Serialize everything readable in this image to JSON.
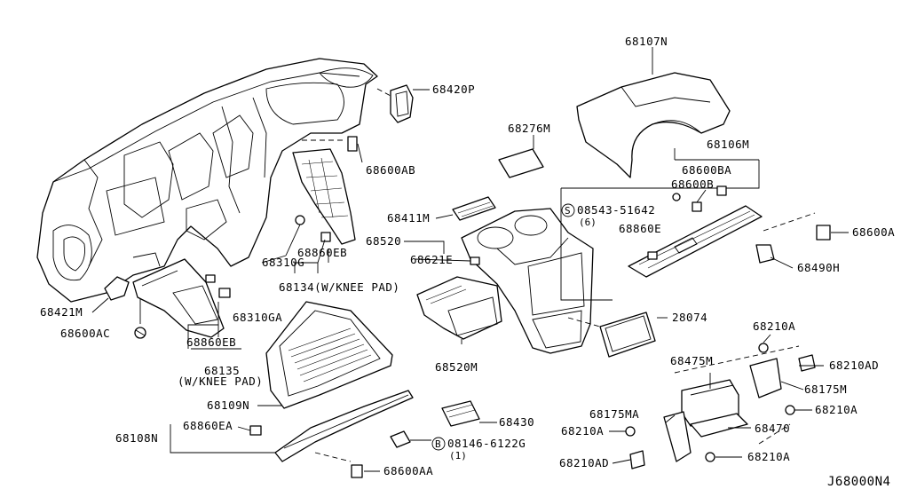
{
  "diagram_code": "J68000N4",
  "labels": {
    "p68107N": "68107N",
    "p68420P": "68420P",
    "p68276M": "68276M",
    "p68106M": "68106M",
    "p68600BA": "68600BA",
    "p68600B": "68600B",
    "p08543": "08543-51642",
    "p08543_qty": "(6)",
    "p68600AB": "68600AB",
    "p68411M": "68411M",
    "p68860E": "68860E",
    "p68520": "68520",
    "p68600A": "68600A",
    "p68621E": "68621E",
    "p68860EB_top": "68860EB",
    "p68310G": "68310G",
    "p68490H": "68490H",
    "p68134": "68134(W/KNEE PAD)",
    "p68421M": "68421M",
    "p68310GA": "68310GA",
    "p28074": "28074",
    "p68600AC": "68600AC",
    "p68860EB_low": "68860EB",
    "p68210A_1": "68210A",
    "p68520M": "68520M",
    "p68475M": "68475M",
    "p68210AD_1": "68210AD",
    "p68135": "68135",
    "p68135_note": "(W/KNEE PAD)",
    "p68175M": "68175M",
    "p68109N": "68109N",
    "p68210A_2": "68210A",
    "p68430": "68430",
    "p68175MA": "68175MA",
    "p68860EA": "68860EA",
    "p68470": "68470",
    "p68210A_3": "68210A",
    "p68108N": "68108N",
    "p08146": "08146-6122G",
    "p08146_qty": "(1)",
    "p68600AA": "68600AA",
    "p68210AD_2": "68210AD",
    "p68210A_4": "68210A",
    "s_symbol": "S",
    "b_symbol": "B"
  }
}
